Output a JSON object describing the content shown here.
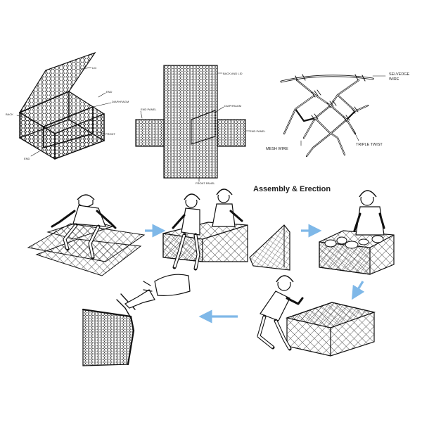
{
  "title": "Assembly & Erection",
  "colors": {
    "ink": "#111111",
    "arrow": "#7fb8e8",
    "background": "#ffffff"
  },
  "box_diagram": {
    "labels": {
      "lid": "LID",
      "end_top": "END",
      "diaphragm": "DIAPHRAGM",
      "back": "BACK",
      "front": "FRONT",
      "end_bottom": "END"
    }
  },
  "unfolded_diagram": {
    "labels": {
      "back_lid": "BACK AND LID",
      "side_panel_left": "END PANEL",
      "diaphragm": "DIAPHRAGM",
      "side_panel_right": "END PANEL",
      "front_panel": "FRONT PANEL"
    }
  },
  "mesh_detail": {
    "labels": {
      "selvedge_line1": "SELVEDGE",
      "selvedge_line2": "WIRE",
      "mesh_wire": "MESH WIRE",
      "triple_twist": "TRIPLE TWIST"
    }
  },
  "steps": [
    {
      "name": "unfold-panels"
    },
    {
      "name": "raise-sides"
    },
    {
      "name": "fill-with-stones"
    },
    {
      "name": "close-and-lace-lid"
    },
    {
      "name": "twist-tie-wire"
    }
  ],
  "arrows": [
    {
      "from": "unfold-panels",
      "to": "raise-sides",
      "direction": "right"
    },
    {
      "from": "raise-sides",
      "to": "fill-with-stones",
      "direction": "right"
    },
    {
      "from": "fill-with-stones",
      "to": "close-and-lace-lid",
      "direction": "down-left"
    },
    {
      "from": "close-and-lace-lid",
      "to": "twist-tie-wire",
      "direction": "left"
    }
  ]
}
